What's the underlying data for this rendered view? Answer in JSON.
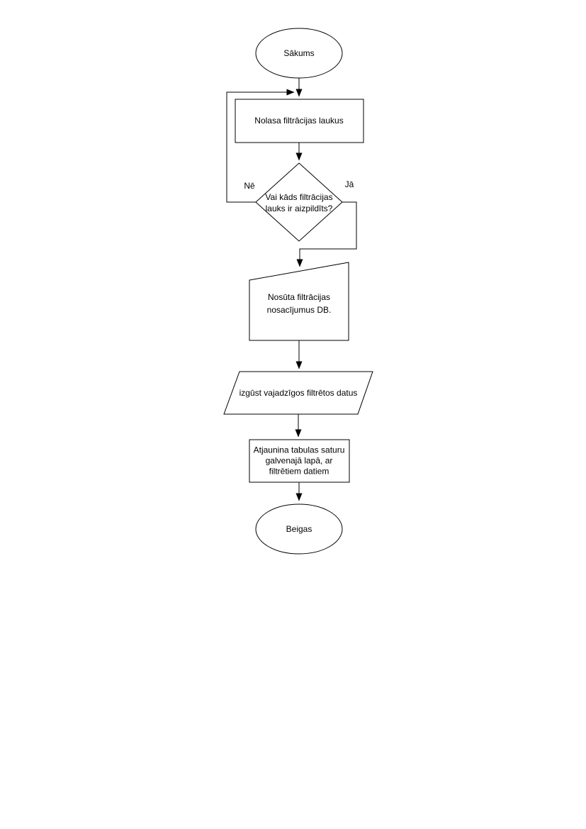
{
  "page": {
    "background_color": "#ffffff"
  },
  "diagram": {
    "type": "flowchart",
    "stroke_color": "#000000",
    "shape_fill_color": "#ffffff",
    "text_color": "#000000",
    "nodes": {
      "start": {
        "shape": "terminator-ellipse",
        "label": "Sākums"
      },
      "read_fields": {
        "shape": "process-rectangle",
        "label": "Nolasa filtrācijas laukus"
      },
      "decision": {
        "shape": "decision-diamond",
        "line1": "Vai kāds filtrācijas",
        "line2": "lauks ir aizpildīts?"
      },
      "send_db": {
        "shape": "manual-input",
        "line1": "Nosūta filtrācijas",
        "line2": "nosacījumus DB."
      },
      "get_filtered": {
        "shape": "data-parallelogram",
        "label": "izgūst vajadzīgos filtrētos datus"
      },
      "update_table": {
        "shape": "process-rectangle",
        "line1": "Atjaunina tabulas saturu",
        "line2": "galvenajā lapā, ar",
        "line3": "filtrētiem datiem"
      },
      "end": {
        "shape": "terminator-ellipse",
        "label": "Beigas"
      }
    },
    "edge_labels": {
      "no": "Nē",
      "yes": "Jā"
    }
  }
}
